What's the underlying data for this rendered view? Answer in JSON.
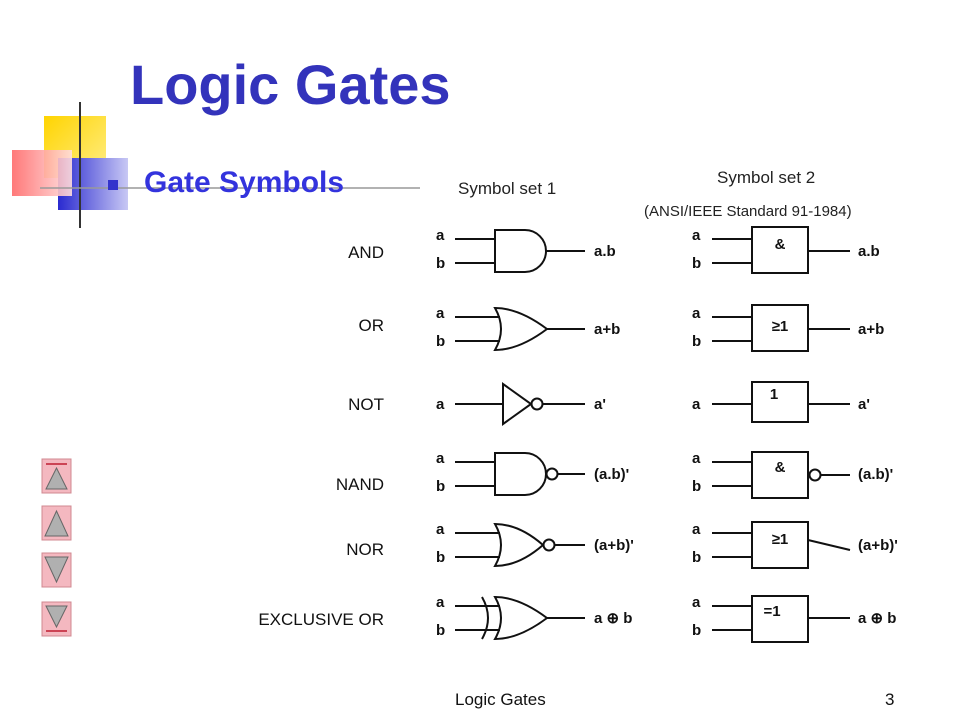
{
  "title": "Logic Gates",
  "subtitle": "Gate Symbols",
  "headers": {
    "set1": "Symbol set 1",
    "set2": "Symbol set 2",
    "set2_note": "(ANSI/IEEE Standard 91-1984)"
  },
  "gates": [
    {
      "name": "AND",
      "inputs": [
        "a",
        "b"
      ],
      "output": "a.b",
      "ieee_label": "&"
    },
    {
      "name": "OR",
      "inputs": [
        "a",
        "b"
      ],
      "output": "a+b",
      "ieee_label": "≥1"
    },
    {
      "name": "NOT",
      "inputs": [
        "a"
      ],
      "output": "a'",
      "ieee_label": "1"
    },
    {
      "name": "NAND",
      "inputs": [
        "a",
        "b"
      ],
      "output": "(a.b)'",
      "ieee_label": "&"
    },
    {
      "name": "NOR",
      "inputs": [
        "a",
        "b"
      ],
      "output": "(a+b)'",
      "ieee_label": "≥1"
    },
    {
      "name": "EXCLUSIVE OR",
      "inputs": [
        "a",
        "b"
      ],
      "output": "a ⊕ b",
      "ieee_label": "=1"
    }
  ],
  "nav": {
    "first": "first-slide-icon",
    "prev": "previous-slide-icon",
    "next": "next-slide-icon",
    "last": "last-slide-icon"
  },
  "footer": {
    "title": "Logic Gates",
    "page": "3"
  },
  "colors": {
    "title": "#3333bb",
    "deco_yellow": "#ffcc00",
    "deco_red": "#ee3333",
    "deco_blue": "#3333cc",
    "nav_pink": "#f4b8c0",
    "nav_button": "#b0b0b0"
  }
}
